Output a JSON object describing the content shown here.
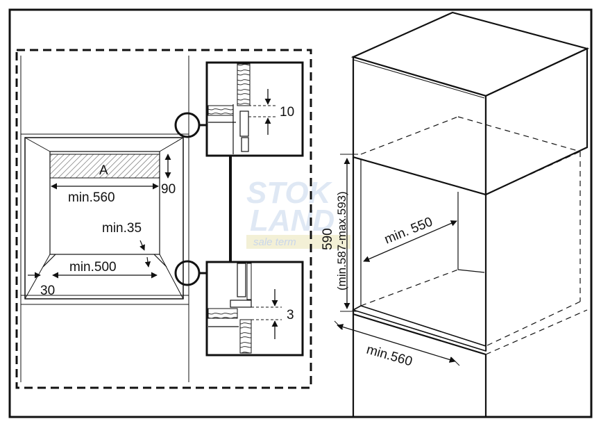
{
  "diagram": {
    "front_view": {
      "cutout_label": "A",
      "width_label": "min.560",
      "height_label": "90",
      "bottom_gap_label": "min.35",
      "bottom_width_label": "min.500",
      "side_label": "30"
    },
    "detail_top": {
      "gap_label": "10"
    },
    "detail_bottom": {
      "gap_label": "3"
    },
    "cabinet": {
      "depth_label": "min. 550",
      "height_label": "590",
      "height_range_label": "(min.587-max.593)",
      "width_label": "min.560"
    },
    "watermark": {
      "line1": "STOK",
      "line2": "LAND",
      "line3": "sale term"
    }
  },
  "colors": {
    "line": "#111111",
    "background": "#ffffff",
    "watermark": "#dfe8f4",
    "watermark_sub": "#f3f0d6"
  }
}
